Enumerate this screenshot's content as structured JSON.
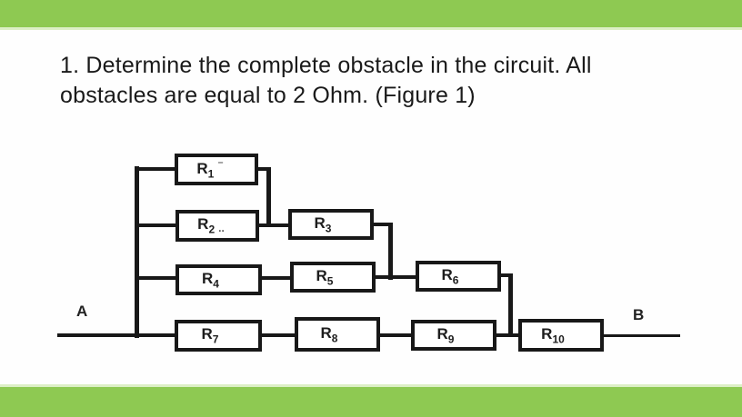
{
  "title": {
    "lines": [
      "1. Determine the complete obstacle in the circuit. All",
      "obstacles are equal to 2 Ohm. (Figure 1)"
    ]
  },
  "terminals": {
    "left": "A",
    "right": "B"
  },
  "resistors": [
    {
      "base": "R",
      "sub": "1",
      "mark": "⁻"
    },
    {
      "base": "R",
      "sub": "2",
      "mark": ".."
    },
    {
      "base": "R",
      "sub": "3",
      "mark": ""
    },
    {
      "base": "R",
      "sub": "4",
      "mark": ""
    },
    {
      "base": "R",
      "sub": "5",
      "mark": ""
    },
    {
      "base": "R",
      "sub": "6",
      "mark": ""
    },
    {
      "base": "R",
      "sub": "7",
      "mark": ""
    },
    {
      "base": "R",
      "sub": "8",
      "mark": ""
    },
    {
      "base": "R",
      "sub": "9",
      "mark": ""
    },
    {
      "base": "R",
      "sub": "10",
      "mark": ""
    }
  ],
  "colors": {
    "band": "#8ec952",
    "band-edge": "#dcefc6",
    "ink": "#181818",
    "paper": "#fefefe"
  }
}
